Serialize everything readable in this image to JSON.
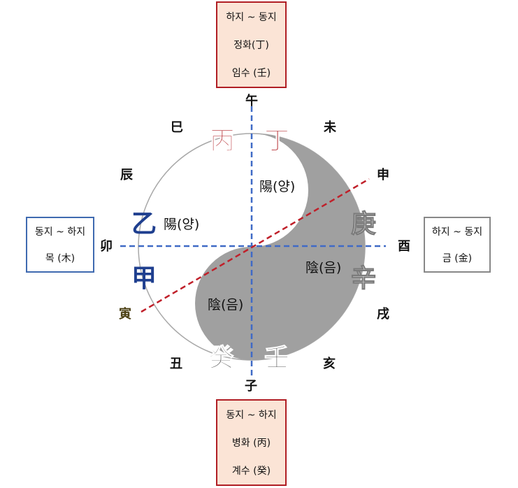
{
  "boxes": {
    "top": {
      "line1": "하지 ~ 동지",
      "line2": "정화(丁)",
      "line3": "임수 (壬)"
    },
    "bottom": {
      "line1": "동지 ~ 하지",
      "line2": "병화 (丙)",
      "line3": "계수 (癸)"
    },
    "left": {
      "line1": "동지 ~ 하지",
      "line2": "목 (木)"
    },
    "right": {
      "line1": "하지 ~ 동지",
      "line2": "금 (金)"
    }
  },
  "branches": {
    "wu": "午",
    "wei": "未",
    "shen": "申",
    "you": "酉",
    "xu": "戌",
    "hai": "亥",
    "zi": "子",
    "chou": "丑",
    "yin": "寅",
    "mao": "卯",
    "chen": "辰",
    "si": "巳"
  },
  "stems": {
    "bing": "丙",
    "ding": "丁",
    "yi": "乙",
    "jia": "甲",
    "geng": "庚",
    "xin": "辛",
    "ren": "壬",
    "gui": "癸"
  },
  "labels": {
    "yang_upper": "陽(양)",
    "yang_left": "陽(양)",
    "yin_right": "陰(음)",
    "yin_lower": "陰(음)"
  },
  "colors": {
    "red": "#b01e24",
    "blue": "#1f3f8f",
    "gray": "#9a9a9a",
    "dashed_blue": "#3f6ac6",
    "dashed_red": "#c0202a"
  }
}
